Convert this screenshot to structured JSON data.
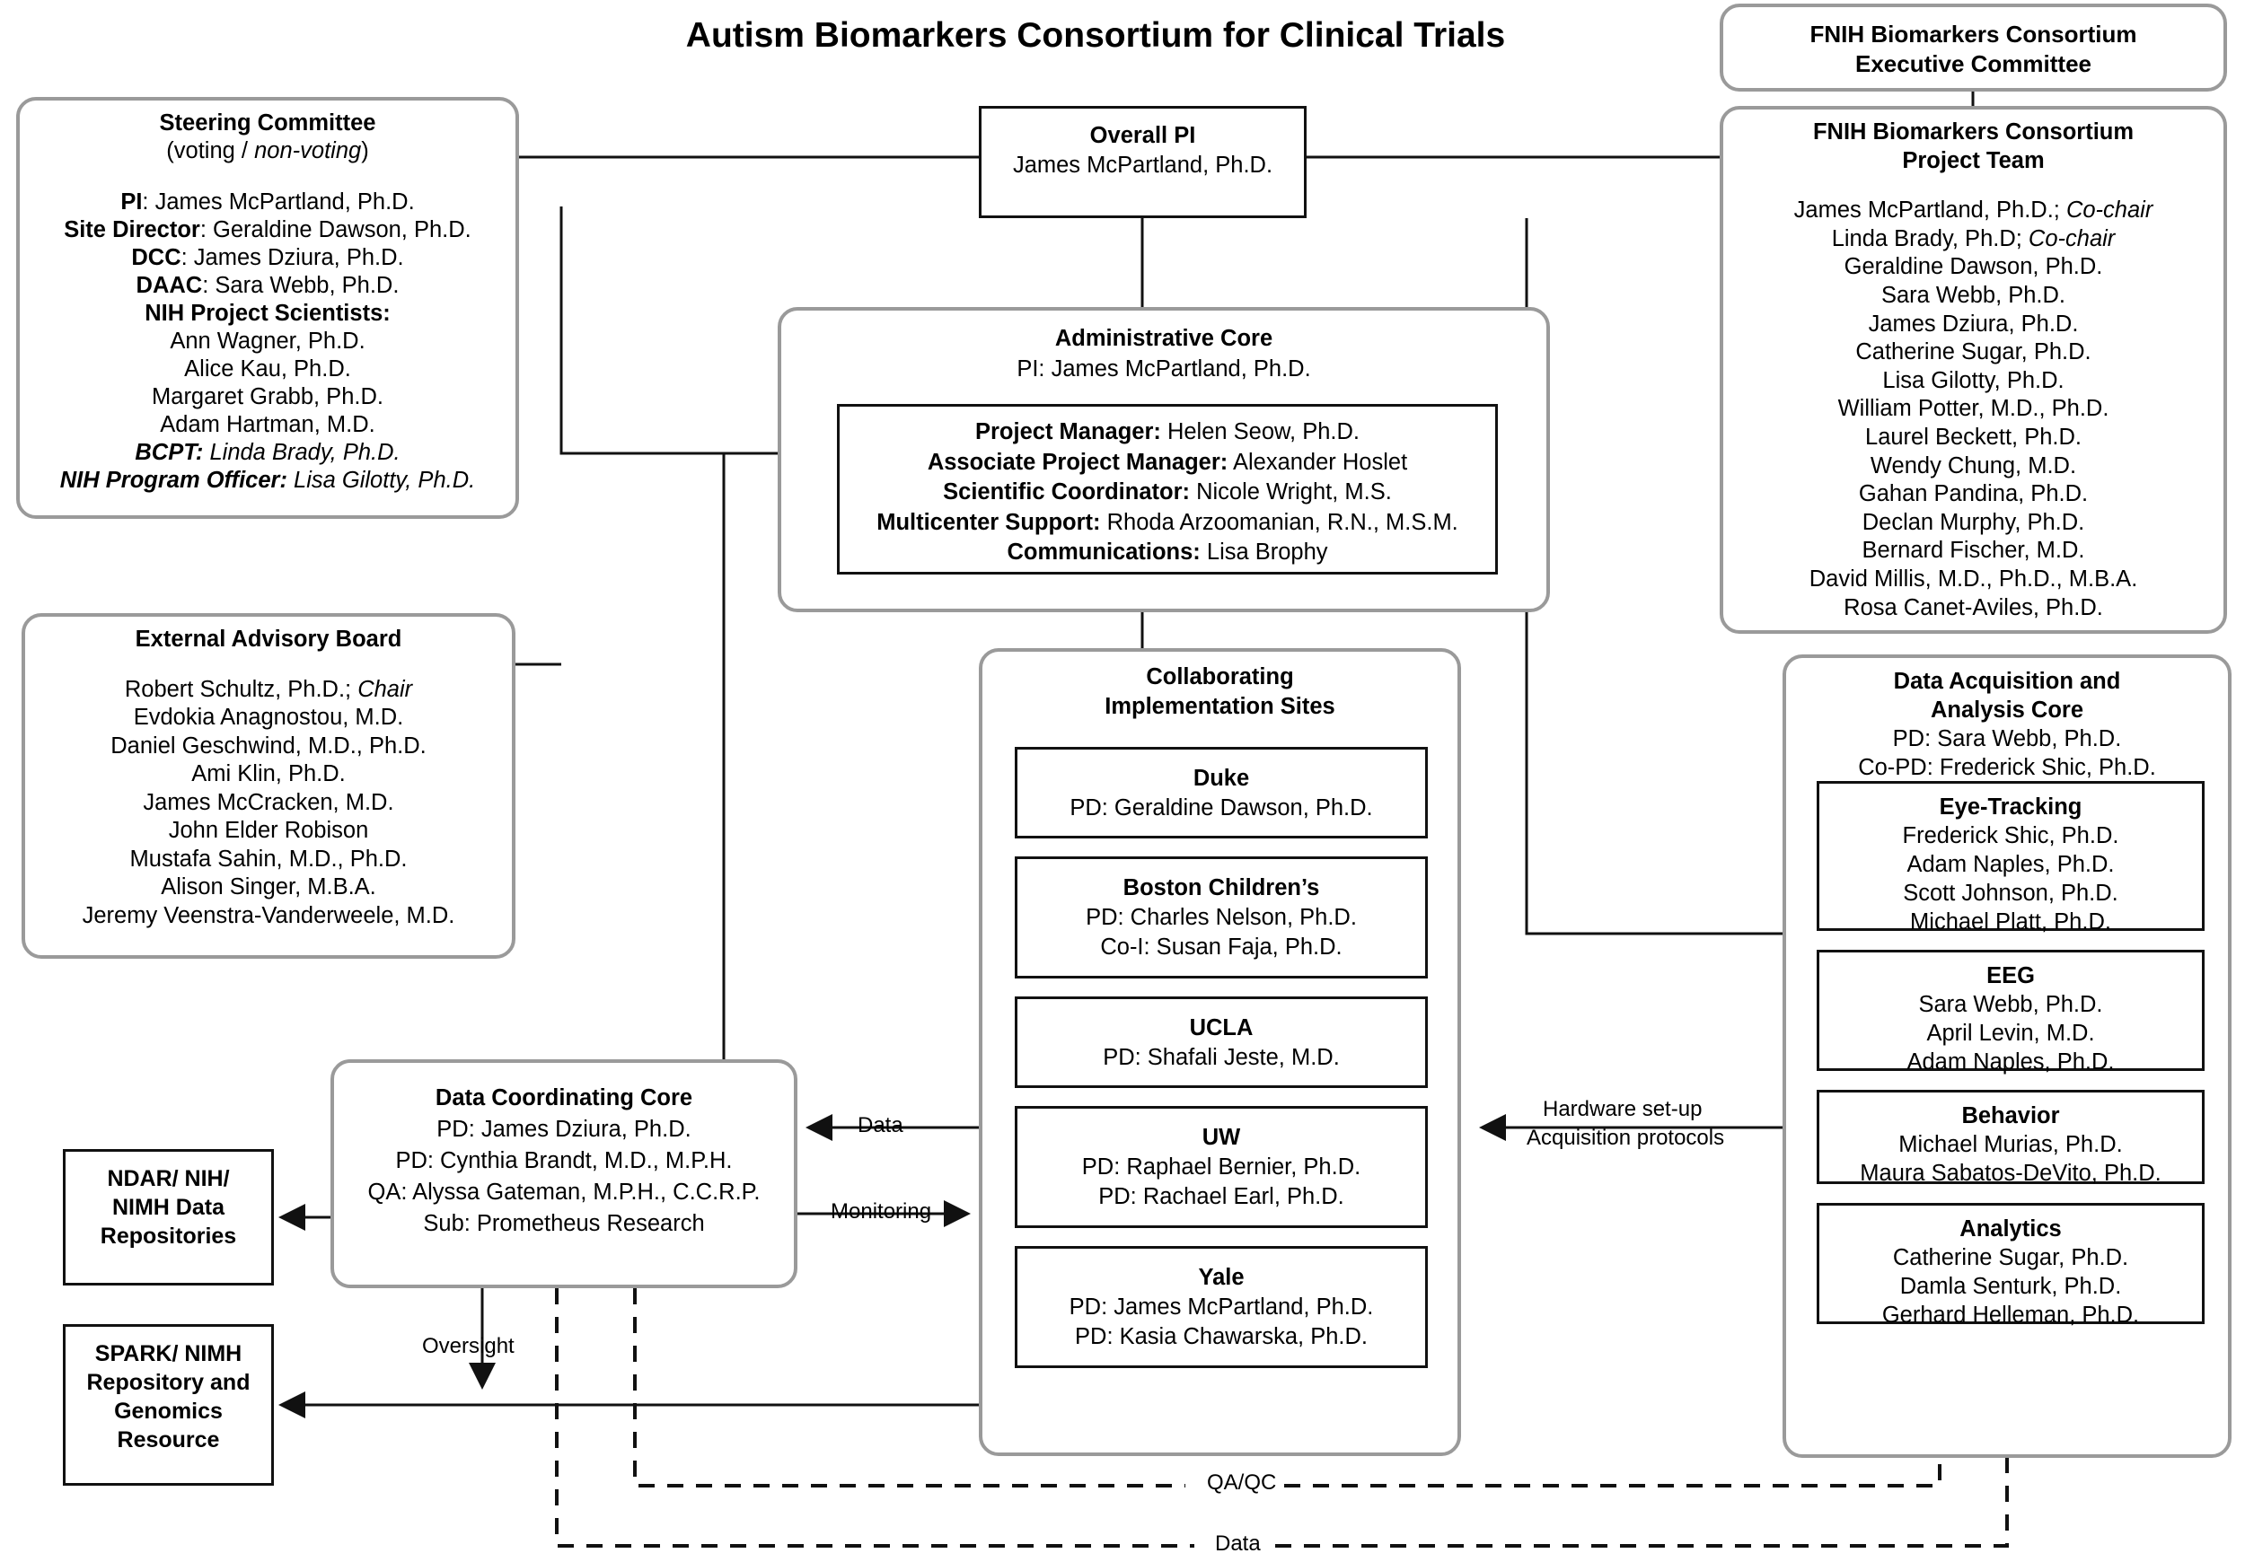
{
  "title": "Autism Biomarkers Consortium for Clinical Trials",
  "steering": {
    "title": "Steering Committee",
    "subtitle_plain": "(voting / ",
    "subtitle_italic": "non-voting",
    "subtitle_end": ")",
    "rows": [
      {
        "role": "PI",
        "name": ": James McPartland, Ph.D."
      },
      {
        "role": "Site Director",
        "name": ": Geraldine Dawson, Ph.D."
      },
      {
        "role": "DCC",
        "name": ": James Dziura, Ph.D."
      },
      {
        "role": "DAAC",
        "name": ": Sara Webb, Ph.D."
      },
      {
        "role": "NIH Project Scientists",
        "name": ":"
      }
    ],
    "scientists": [
      "Ann Wagner, Ph.D.",
      "Alice Kau, Ph.D.",
      "Margaret Grabb, Ph.D.",
      "Adam Hartman, M.D."
    ],
    "bcpt_label": "BCPT:",
    "bcpt_name": " Linda Brady, Ph.D.",
    "po_label": "NIH Program Officer:",
    "po_name": " Lisa Gilotty, Ph.D."
  },
  "eab": {
    "title": "External Advisory Board",
    "members": [
      {
        "name": "Robert Schultz, Ph.D.; ",
        "role": "Chair"
      },
      {
        "name": "Evdokia Anagnostou, M.D.",
        "role": ""
      },
      {
        "name": "Daniel Geschwind, M.D., Ph.D.",
        "role": ""
      },
      {
        "name": "Ami Klin, Ph.D.",
        "role": ""
      },
      {
        "name": "James McCracken, M.D.",
        "role": ""
      },
      {
        "name": "John Elder Robison",
        "role": ""
      },
      {
        "name": "Mustafa Sahin, M.D., Ph.D.",
        "role": ""
      },
      {
        "name": "Alison Singer, M.B.A.",
        "role": ""
      },
      {
        "name": "Jeremy Veenstra-Vanderweele, M.D.",
        "role": ""
      }
    ]
  },
  "overall_pi": {
    "title": "Overall PI",
    "name": "James McPartland, Ph.D."
  },
  "fnih_exec": {
    "line1": "FNIH Biomarkers Consortium",
    "line2": "Executive Committee"
  },
  "fnih_team": {
    "line1": "FNIH Biomarkers Consortium",
    "line2": "Project Team",
    "members": [
      {
        "name": "James McPartland, Ph.D.; ",
        "role": "Co-chair"
      },
      {
        "name": "Linda Brady, Ph.D; ",
        "role": "Co-chair"
      },
      {
        "name": "Geraldine Dawson, Ph.D.",
        "role": ""
      },
      {
        "name": "Sara Webb, Ph.D.",
        "role": ""
      },
      {
        "name": "James Dziura, Ph.D.",
        "role": ""
      },
      {
        "name": "Catherine Sugar, Ph.D.",
        "role": ""
      },
      {
        "name": "Lisa Gilotty, Ph.D.",
        "role": ""
      },
      {
        "name": "William Potter, M.D., Ph.D.",
        "role": ""
      },
      {
        "name": "Laurel Beckett, Ph.D.",
        "role": ""
      },
      {
        "name": "Wendy Chung, M.D.",
        "role": ""
      },
      {
        "name": "Gahan Pandina, Ph.D.",
        "role": ""
      },
      {
        "name": "Declan Murphy, Ph.D.",
        "role": ""
      },
      {
        "name": "Bernard Fischer, M.D.",
        "role": ""
      },
      {
        "name": "David Millis, M.D., Ph.D., M.B.A.",
        "role": ""
      },
      {
        "name": "Rosa Canet-Aviles, Ph.D.",
        "role": ""
      }
    ]
  },
  "admin": {
    "title": "Administrative Core",
    "pi": "PI: James McPartland, Ph.D.",
    "staff": [
      {
        "role": "Project Manager:",
        "name": " Helen Seow, Ph.D."
      },
      {
        "role": "Associate Project Manager:",
        "name": " Alexander Hoslet"
      },
      {
        "role": "Scientific Coordinator:",
        "name": " Nicole Wright, M.S."
      },
      {
        "role": "Multicenter Support:",
        "name": " Rhoda Arzoomanian, R.N., M.S.M."
      },
      {
        "role": "Communications:",
        "name": " Lisa Brophy"
      }
    ]
  },
  "sites": {
    "title_line1": "Collaborating",
    "title_line2": "Implementation Sites",
    "items": [
      {
        "name": "Duke",
        "people": [
          "PD: Geraldine Dawson, Ph.D."
        ]
      },
      {
        "name": "Boston Children’s",
        "people": [
          "PD: Charles Nelson, Ph.D.",
          "Co-I: Susan Faja, Ph.D."
        ]
      },
      {
        "name": "UCLA",
        "people": [
          "PD: Shafali Jeste, M.D."
        ]
      },
      {
        "name": "UW",
        "people": [
          "PD: Raphael Bernier, Ph.D.",
          "PD: Rachael Earl, Ph.D."
        ]
      },
      {
        "name": "Yale",
        "people": [
          "PD: James McPartland, Ph.D.",
          "PD: Kasia Chawarska, Ph.D."
        ]
      }
    ]
  },
  "daac": {
    "title_line1": "Data Acquisition and",
    "title_line2": "Analysis Core",
    "pd": "PD: Sara Webb, Ph.D.",
    "copd": "Co-PD: Frederick Shic, Ph.D.",
    "groups": [
      {
        "name": "Eye-Tracking",
        "people": [
          "Frederick Shic, Ph.D.",
          "Adam Naples, Ph.D.",
          "Scott Johnson, Ph.D.",
          "Michael Platt, Ph.D."
        ]
      },
      {
        "name": "EEG",
        "people": [
          "Sara Webb, Ph.D.",
          "April Levin, M.D.",
          "Adam Naples, Ph.D."
        ]
      },
      {
        "name": "Behavior",
        "people": [
          "Michael Murias, Ph.D.",
          "Maura Sabatos-DeVito, Ph.D."
        ]
      },
      {
        "name": "Analytics",
        "people": [
          "Catherine Sugar, Ph.D.",
          "Damla Senturk, Ph.D.",
          "Gerhard Helleman, Ph.D."
        ]
      }
    ]
  },
  "dcc": {
    "title": "Data Coordinating Core",
    "lines": [
      "PD: James Dziura, Ph.D.",
      "PD: Cynthia Brandt, M.D., M.P.H.",
      "QA: Alyssa Gateman, M.P.H., C.C.R.P.",
      "Sub: Prometheus Research"
    ]
  },
  "ndar": {
    "lines": [
      "NDAR/ NIH/",
      "NIMH Data",
      "Repositories"
    ]
  },
  "spark": {
    "lines": [
      "SPARK/ NIMH",
      "Repository and",
      "Genomics",
      "Resource"
    ]
  },
  "edge_labels": {
    "data": "Data",
    "monitoring": "Monitoring",
    "oversight": "Oversight",
    "hardware_line1": "Hardware set-up",
    "hardware_line2": "Acquisition protocols",
    "qaqc": "QA/QC",
    "data_bottom": "Data"
  },
  "colors": {
    "rounded_border": "#9a9a9a",
    "square_border": "#111111",
    "text": "#000000",
    "background": "#ffffff"
  }
}
